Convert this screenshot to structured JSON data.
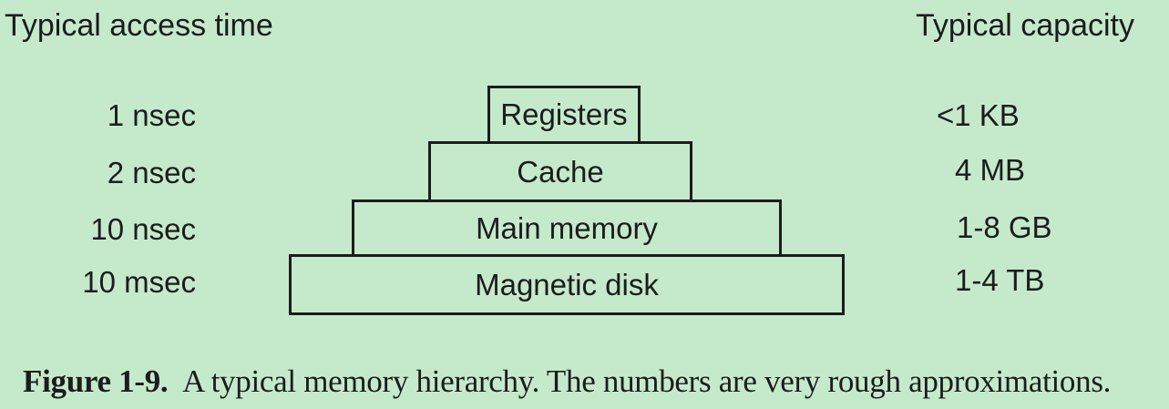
{
  "header": {
    "left": "Typical access time",
    "right": "Typical capacity"
  },
  "pyramid": {
    "levels": [
      {
        "name": "Registers",
        "access_time": "1 nsec",
        "capacity": "<1 KB"
      },
      {
        "name": "Cache",
        "access_time": "2 nsec",
        "capacity": "4 MB"
      },
      {
        "name": "Main memory",
        "access_time": "10 nsec",
        "capacity": "1-8 GB"
      },
      {
        "name": "Magnetic disk",
        "access_time": "10 msec",
        "capacity": "1-4 TB"
      }
    ]
  },
  "caption": {
    "label": "Figure 1-9.",
    "text": "A typical memory hierarchy. The numbers are very rough approximations."
  },
  "colors": {
    "background": "#c5eacb",
    "line": "#1c1c1c",
    "text": "#1c1c1c"
  }
}
